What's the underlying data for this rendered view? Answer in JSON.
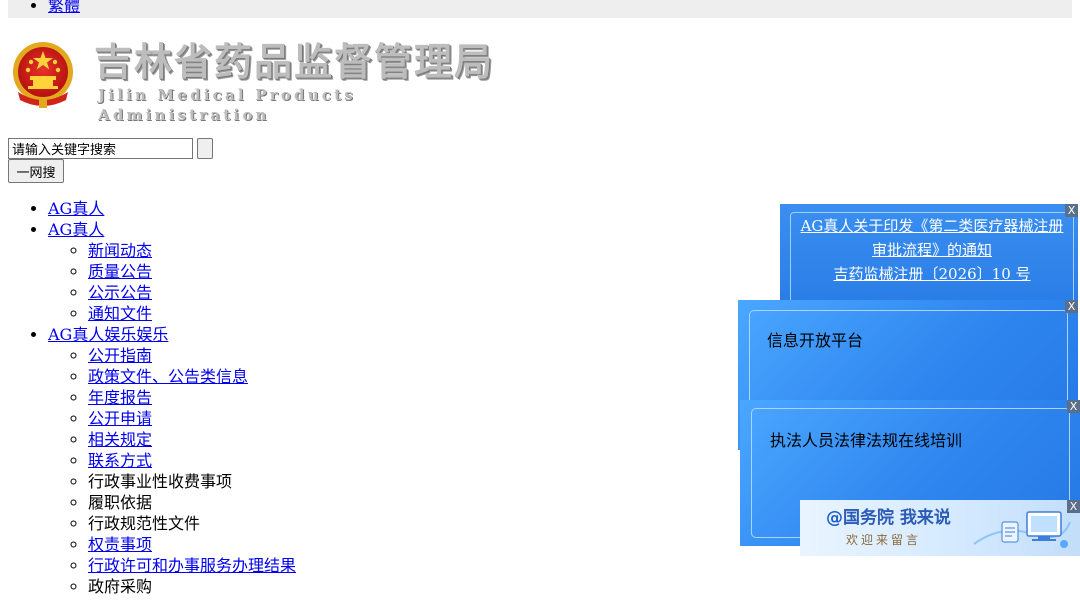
{
  "topbar": {
    "lang_link": "繁體"
  },
  "logo": {
    "title": "吉林省药品监督管理局",
    "subtitle": "Jilin Medical Products Administration"
  },
  "search": {
    "input_value": "请输入关键字搜索",
    "submit_label": "",
    "onenet_label": "一网搜"
  },
  "nav": {
    "item1": "AG真人",
    "item2": "AG真人",
    "item2_children": [
      "新闻动态",
      "质量公告",
      "公示公告",
      "通知文件"
    ],
    "item3": "AG真人娱乐娱乐",
    "item3_children": {
      "c0": "公开指南",
      "c1": "政策文件、公告类信息",
      "c2": "年度报告",
      "c3": "公开申请",
      "c4": "相关规定",
      "c5": "联系方式",
      "c6": "行政事业性收费事项",
      "c7": "履职依据",
      "c8": "行政规范性文件",
      "c9": "权责事项",
      "c10": "行政许可和办事服务办理结果",
      "c11": "政府采购"
    }
  },
  "popups": {
    "close_label": "X",
    "notice": {
      "line1": "AG真人关于印发《第二类医疗器械注册",
      "line2": "审批流程》的通知",
      "line3": "吉药监械注册〔2026〕10 号"
    },
    "info_platform": "信息开放平台",
    "training": "执法人员法律法规在线培训",
    "state_council": {
      "at": "@",
      "name": "国务院",
      "slogan": "我来说",
      "welcome": "欢迎来留言"
    }
  },
  "colors": {
    "link": "#0000ee",
    "popup_blue": "#2f86ef",
    "topbar_bg": "#eeeeee"
  }
}
